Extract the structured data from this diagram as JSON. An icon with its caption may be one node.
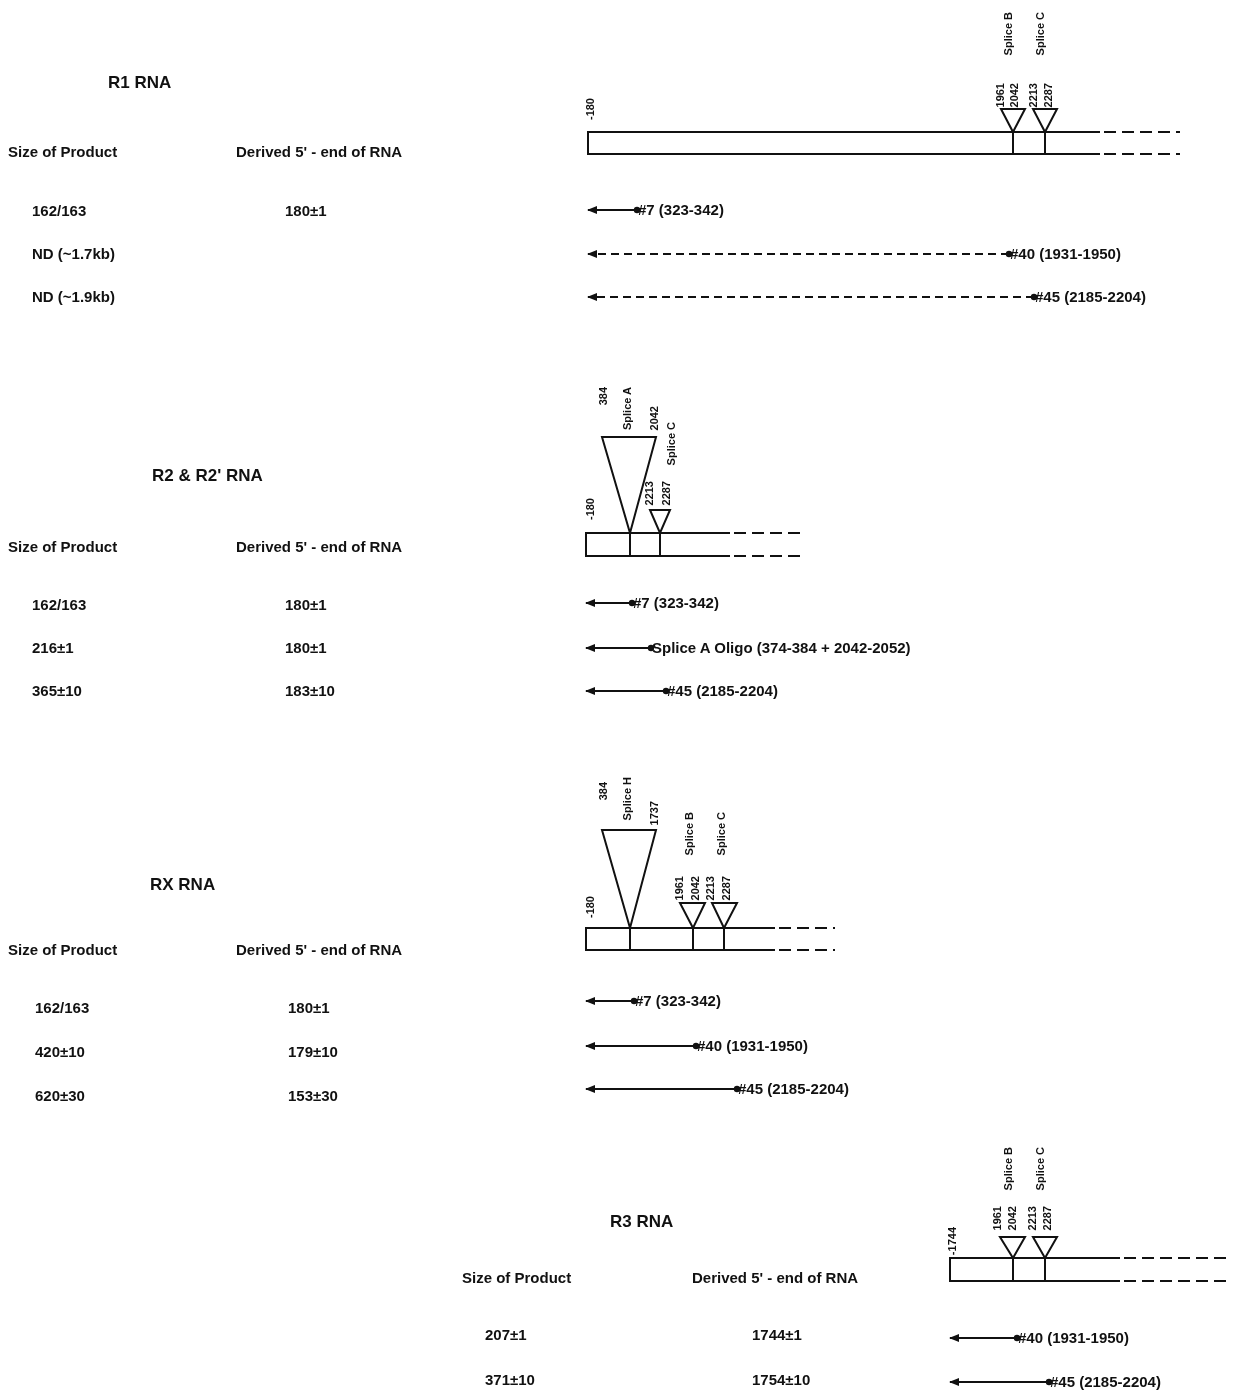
{
  "diagram": {
    "nodes": [
      {
        "text": [
          "#7 (323-342)"
        ]
      },
      {
        "text": [
          "#40 (1931-1950)"
        ]
      },
      {
        "text": [
          "#45 (2185-2204)"
        ]
      },
      {
        "text": [
          "#7 (323-342)"
        ]
      },
      {
        "text": [
          "Splice A Oligo (374-384 + 2042-2052)"
        ]
      },
      {
        "text": [
          "#45 (2185-2204)"
        ]
      },
      {
        "text": [
          "#7 (323-342)"
        ]
      },
      {
        "text": [
          "#40 (1931-1950)"
        ]
      },
      {
        "text": [
          "#45 (2185-2204)"
        ]
      },
      {
        "text": [
          "#40 (1931-1950)"
        ]
      },
      {
        "text": [
          "#45 (2185-2204)"
        ]
      }
    ],
    "edges": [
      {
        "from": 0,
        "to": null,
        "arrow": "to"
      },
      {
        "from": 1,
        "to": null,
        "arrow": "to",
        "style": "dashed"
      },
      {
        "from": 2,
        "to": null,
        "arrow": "to",
        "style": "dashed"
      },
      {
        "from": 3,
        "to": null,
        "arrow": "to"
      },
      {
        "from": 4,
        "to": null,
        "arrow": "to"
      },
      {
        "from": 5,
        "to": null,
        "arrow": "to"
      },
      {
        "from": 6,
        "to": null,
        "arrow": "to"
      },
      {
        "from": 7,
        "to": null,
        "arrow": "to"
      },
      {
        "from": 8,
        "to": null,
        "arrow": "to"
      },
      {
        "from": 9,
        "to": null,
        "arrow": "to"
      },
      {
        "from": 10,
        "to": null,
        "arrow": "to"
      }
    ],
    "labels": [
      "Splice B",
      "Splice C",
      "R1 RNA",
      "-180",
      "1961",
      "2042",
      "2213",
      "2287",
      "Size of Product",
      "Derived 5' - end of RNA",
      "162/163",
      "180±1",
      "ND (~1.7kb)",
      "ND (~1.9kb)",
      "384",
      "Splice A",
      "2042",
      "Splice C",
      "R2 & R2' RNA",
      "2213",
      "2287",
      "-180",
      "Size of Product",
      "Derived 5' - end of RNA",
      "162/163",
      "180±1",
      "216±1",
      "180±1",
      "365±10",
      "183±10",
      "384",
      "Splice H",
      "1737",
      "Splice B",
      "Splice C",
      "RX RNA",
      "1961",
      "2042",
      "2213",
      "2287",
      "-180",
      "Size of Product",
      "Derived 5' - end of RNA",
      "162/163",
      "180±1",
      "420±10",
      "179±10",
      "620±30",
      "153±30",
      "Splice B",
      "Splice C",
      "1961",
      "2042",
      "2213",
      "2287",
      "R3 RNA",
      "-1744",
      "Size of Product",
      "Derived 5' - end of RNA",
      "207±1",
      "1744±1",
      "371±10",
      "1754±10"
    ]
  }
}
